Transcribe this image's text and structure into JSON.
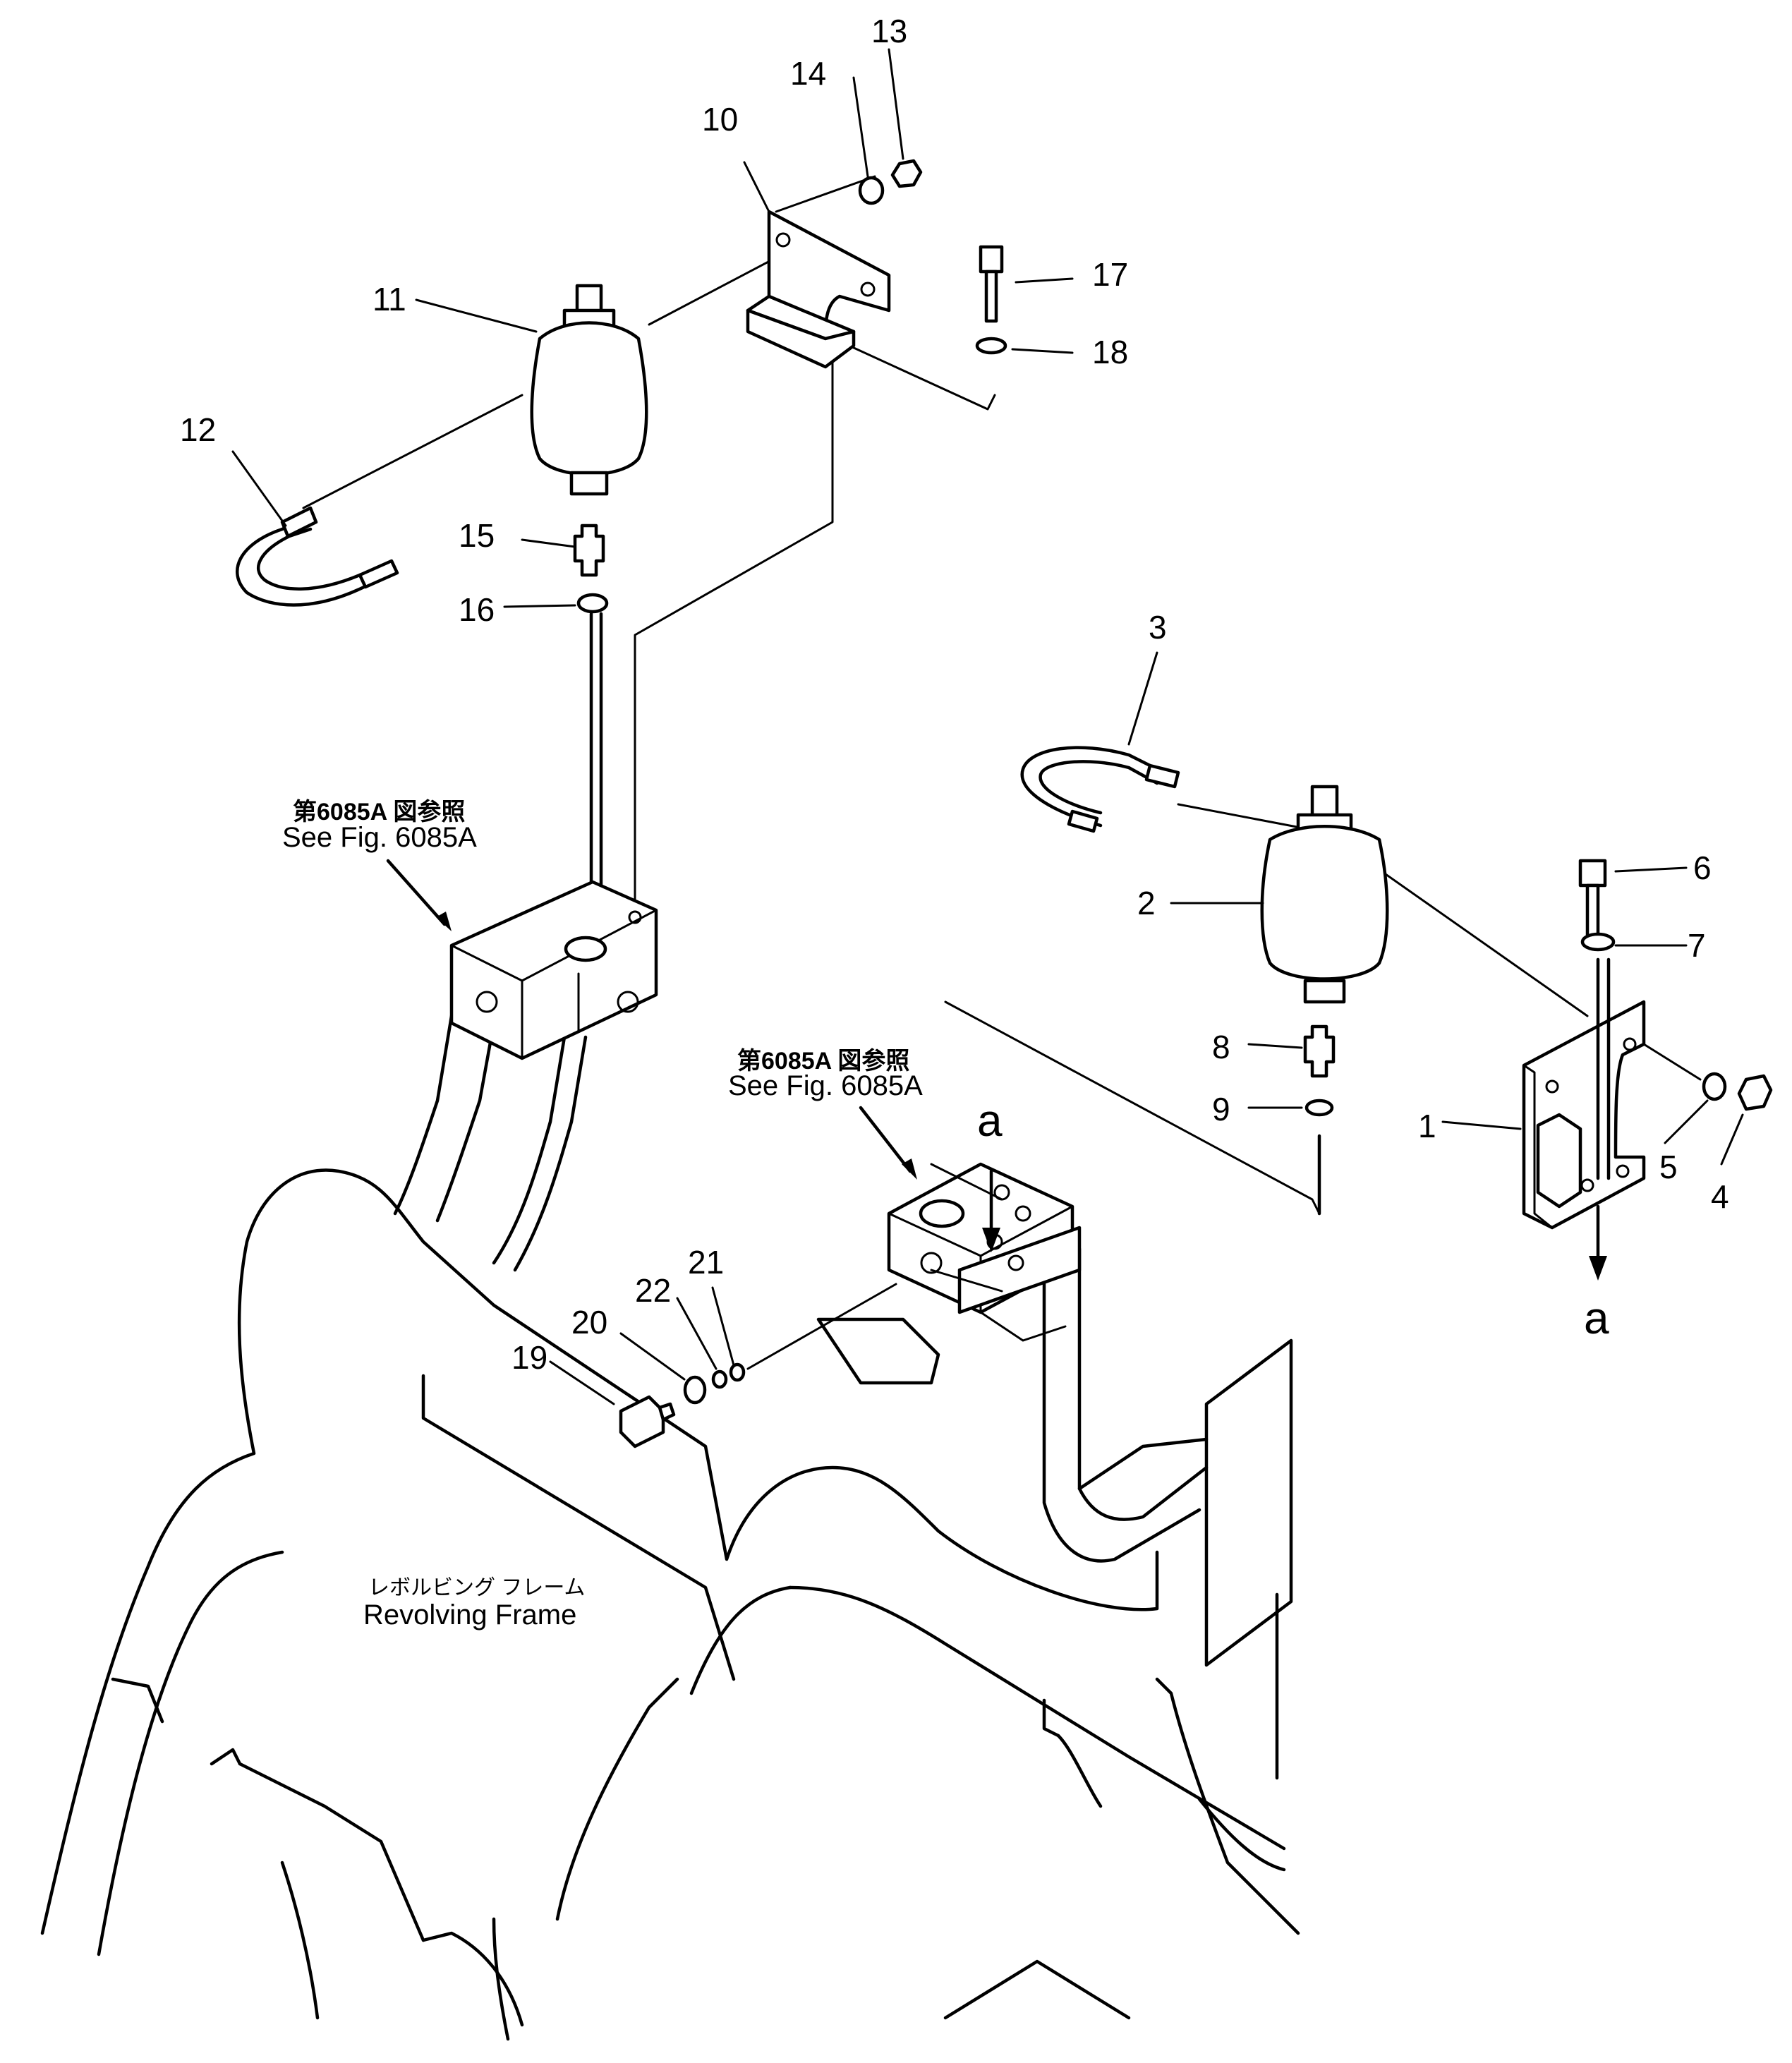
{
  "parts": {
    "p1": "1",
    "p2": "2",
    "p3": "3",
    "p4": "4",
    "p5": "5",
    "p6": "6",
    "p7": "7",
    "p8": "8",
    "p9": "9",
    "p10": "10",
    "p11": "11",
    "p12": "12",
    "p13": "13",
    "p14": "14",
    "p15": "15",
    "p16": "16",
    "p17": "17",
    "p18": "18",
    "p19": "19",
    "p20": "20",
    "p21": "21",
    "p22": "22"
  },
  "references": {
    "left_jp": "第6085A 図参照",
    "left_en": "See Fig. 6085A",
    "center_jp": "第6085A 図参照",
    "center_en": "See Fig. 6085A"
  },
  "frame": {
    "label_jp": "レボルビング フレーム",
    "label_en": "Revolving Frame"
  },
  "markers": {
    "top": "a",
    "bottom": "a"
  }
}
